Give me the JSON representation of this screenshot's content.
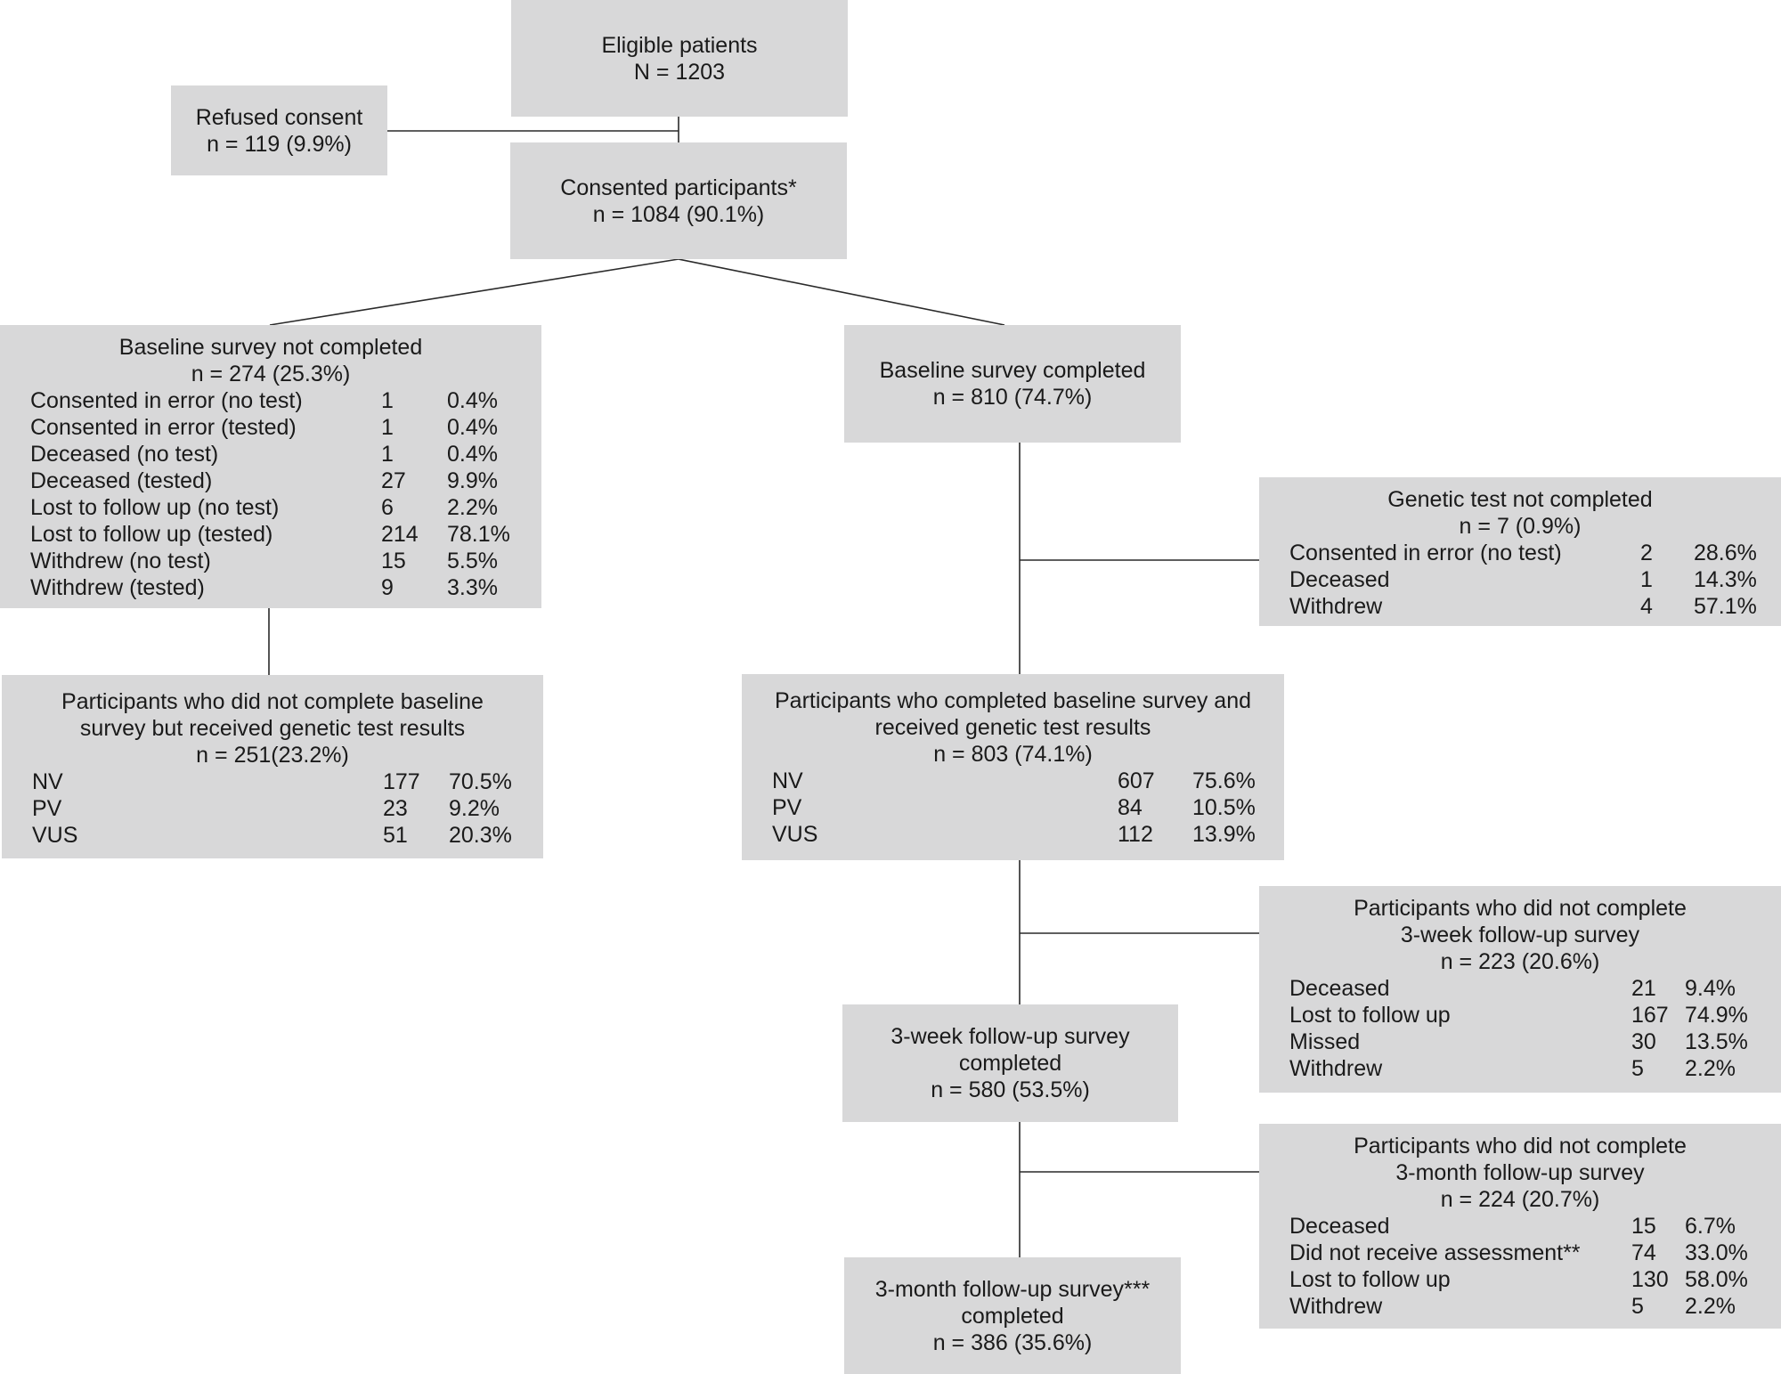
{
  "eligible": {
    "title": "Eligible patients",
    "count": "N = 1203"
  },
  "refused": {
    "title": "Refused consent",
    "count": "n = 119 (9.9%)"
  },
  "consented": {
    "title": "Consented participants*",
    "count": "n = 1084 (90.1%)"
  },
  "baseline_not_completed": {
    "title": "Baseline survey not completed",
    "count": "n = 274 (25.3%)",
    "rows": [
      {
        "label": "Consented in error (no test)",
        "n": "1",
        "pct": "0.4%"
      },
      {
        "label": "Consented in error (tested)",
        "n": "1",
        "pct": "0.4%"
      },
      {
        "label": "Deceased (no test)",
        "n": "1",
        "pct": "0.4%"
      },
      {
        "label": "Deceased (tested)",
        "n": "27",
        "pct": "9.9%"
      },
      {
        "label": "Lost to follow up (no test)",
        "n": "6",
        "pct": "2.2%"
      },
      {
        "label": "Lost to follow up (tested)",
        "n": "214",
        "pct": "78.1%"
      },
      {
        "label": "Withdrew (no test)",
        "n": "15",
        "pct": "5.5%"
      },
      {
        "label": "Withdrew (tested)",
        "n": "9",
        "pct": "3.3%"
      }
    ]
  },
  "baseline_completed": {
    "title": "Baseline survey completed",
    "count": "n = 810 (74.7%)"
  },
  "genetic_not_completed": {
    "title": "Genetic test not completed",
    "count": "n = 7 (0.9%)",
    "rows": [
      {
        "label": "Consented in error (no test)",
        "n": "2",
        "pct": "28.6%"
      },
      {
        "label": "Deceased",
        "n": "1",
        "pct": "14.3%"
      },
      {
        "label": "Withdrew",
        "n": "4",
        "pct": "57.1%"
      }
    ]
  },
  "no_baseline_results": {
    "title_line1": "Participants who did not complete baseline",
    "title_line2": "survey but received genetic test results",
    "count": "n = 251(23.2%)",
    "rows": [
      {
        "label": "NV",
        "n": "177",
        "pct": "70.5%"
      },
      {
        "label": "PV",
        "n": "23",
        "pct": "9.2%"
      },
      {
        "label": "VUS",
        "n": "51",
        "pct": "20.3%"
      }
    ]
  },
  "baseline_results": {
    "title_line1": "Participants who completed baseline survey and",
    "title_line2": "received genetic test results",
    "count": "n = 803 (74.1%)",
    "rows": [
      {
        "label": "NV",
        "n": "607",
        "pct": "75.6%"
      },
      {
        "label": "PV",
        "n": "84",
        "pct": "10.5%"
      },
      {
        "label": "VUS",
        "n": "112",
        "pct": "13.9%"
      }
    ]
  },
  "week3_not_completed": {
    "title_line1": "Participants who did not complete",
    "title_line2": "3-week follow-up survey",
    "count": "n = 223 (20.6%)",
    "rows": [
      {
        "label": "Deceased",
        "n": "21",
        "pct": "9.4%"
      },
      {
        "label": "Lost to follow up",
        "n": "167",
        "pct": "74.9%"
      },
      {
        "label": "Missed",
        "n": "30",
        "pct": "13.5%"
      },
      {
        "label": "Withdrew",
        "n": "5",
        "pct": "2.2%"
      }
    ]
  },
  "week3_completed": {
    "title_line1": "3-week follow-up survey",
    "title_line2": "completed",
    "count": "n = 580 (53.5%)"
  },
  "month3_not_completed": {
    "title_line1": "Participants who did not complete",
    "title_line2": "3-month follow-up survey",
    "count": "n = 224 (20.7%)",
    "rows": [
      {
        "label": "Deceased",
        "n": "15",
        "pct": "6.7%"
      },
      {
        "label": "Did not receive assessment**",
        "n": "74",
        "pct": "33.0%"
      },
      {
        "label": "Lost to follow up",
        "n": "130",
        "pct": "58.0%"
      },
      {
        "label": "Withdrew",
        "n": "5",
        "pct": "2.2%"
      }
    ]
  },
  "month3_completed": {
    "title_line1": "3-month follow-up survey***",
    "title_line2": "completed",
    "count": "n = 386 (35.6%)"
  }
}
